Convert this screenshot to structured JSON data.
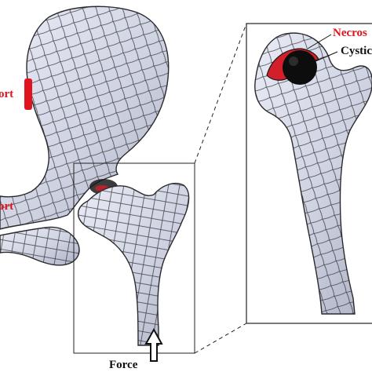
{
  "labels": {
    "support_upper": "ort",
    "support_lower": "ort",
    "force": "Force",
    "necrosis": "Necros",
    "cystic": "Cystic"
  },
  "colors": {
    "bone_fill": "#d3d7e6",
    "mesh_line": "#2a2a2e",
    "support_red": "#e0141e",
    "necrosis_red": "#d21f2a",
    "cyst_black": "#0d0d0d",
    "frame_black": "#222222"
  },
  "icons": {
    "force_arrow": "up-arrow-icon"
  }
}
